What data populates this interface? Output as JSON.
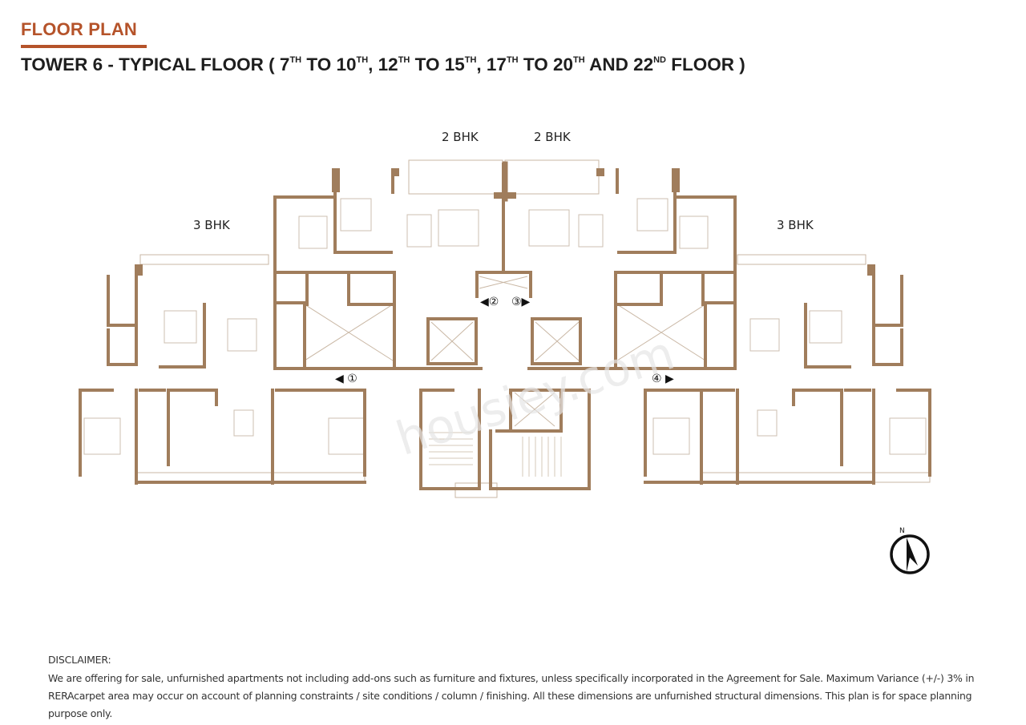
{
  "header": {
    "title": "FLOOR PLAN",
    "subtitle_parts": [
      {
        "t": "TOWER 6 - TYPICAL FLOOR (  7"
      },
      {
        "sup": "TH"
      },
      {
        "t": " TO 10"
      },
      {
        "sup": "TH"
      },
      {
        "t": ", 12"
      },
      {
        "sup": "TH"
      },
      {
        "t": " TO 15"
      },
      {
        "sup": "TH"
      },
      {
        "t": ", 17"
      },
      {
        "sup": "TH"
      },
      {
        "t": " TO 20"
      },
      {
        "sup": "TH"
      },
      {
        "t": " AND 22"
      },
      {
        "sup": "ND"
      },
      {
        "t": " FLOOR )"
      }
    ],
    "accent_color": "#b5532a"
  },
  "units": {
    "left_3bhk": "3 BHK",
    "center_left_2bhk": "2 BHK",
    "center_right_2bhk": "2 BHK",
    "right_3bhk": "3 BHK"
  },
  "entries": {
    "e1": "◀ ①",
    "e2": "◀②",
    "e3": "③▶",
    "e4": "④ ▶"
  },
  "north_arrow": {
    "label": "N"
  },
  "colors": {
    "wall": "#a07d5c",
    "thin_line": "#c9b7a4",
    "furniture": "#cdbfb0"
  },
  "disclaimer": {
    "heading": "DISCLAIMER:",
    "body": "We are offering for sale, unfurnished apartments not including add-ons such as furniture and fixtures, unless specifically incorporated in the Agreement for Sale. Maximum Variance (+/-) 3% in RERAcarpet area may occur on account of planning constraints / site conditions / column / finishing. All these dimensions are unfurnished structural dimensions. This plan is for space planning purpose only."
  }
}
